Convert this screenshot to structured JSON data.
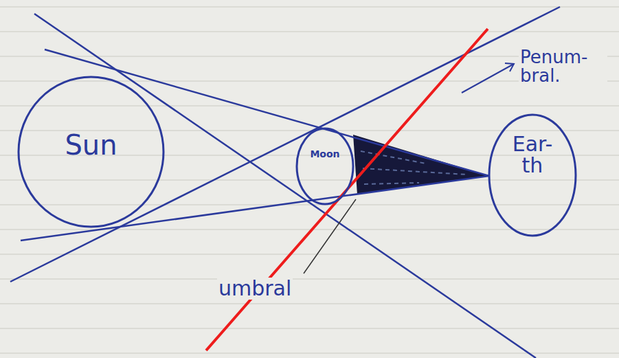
{
  "diagram": {
    "nodes": [
      {
        "text": [
          "Sun"
        ]
      },
      {
        "text": [
          "Moon"
        ]
      },
      {
        "text": [
          "Ear- th"
        ]
      }
    ],
    "labels": [
      "Penum- bral.",
      "umbral"
    ]
  }
}
